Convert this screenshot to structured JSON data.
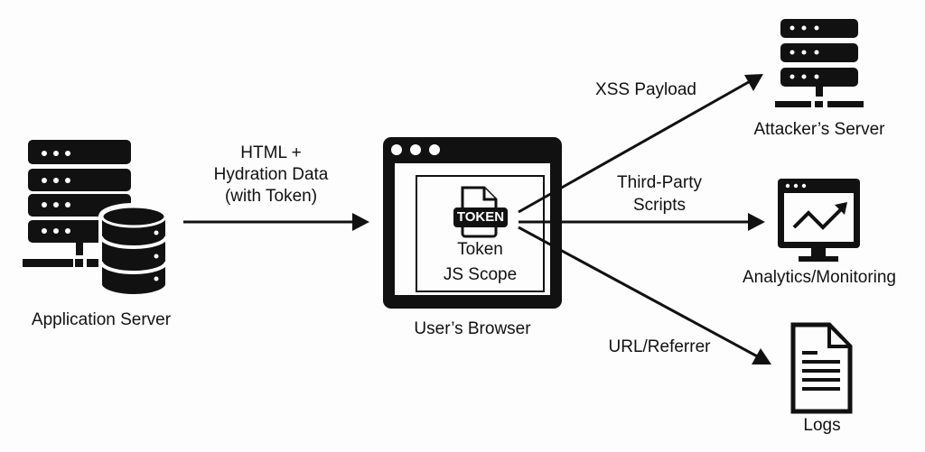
{
  "colors": {
    "ink": "#111111",
    "background": "#fdfdfd"
  },
  "nodes": {
    "app_server": {
      "label": "Application Server",
      "icon": "server-database-icon"
    },
    "browser": {
      "label": "User’s Browser",
      "icon": "browser-window-icon",
      "token_badge": "TOKEN",
      "scope_line1": "Token",
      "scope_line2": "JS Scope"
    },
    "attacker": {
      "label": "Attacker’s Server",
      "icon": "server-icon"
    },
    "analytics": {
      "label": "Analytics/Monitoring",
      "icon": "monitor-chart-icon"
    },
    "logs": {
      "label": "Logs",
      "icon": "document-icon"
    }
  },
  "edges": {
    "hydration": {
      "line1": "HTML +",
      "line2": "Hydration Data",
      "line3": "(with Token)"
    },
    "xss": {
      "label": "XSS Payload"
    },
    "third_party": {
      "line1": "Third-Party",
      "line2": "Scripts"
    },
    "referrer": {
      "label": "URL/Referrer"
    }
  }
}
